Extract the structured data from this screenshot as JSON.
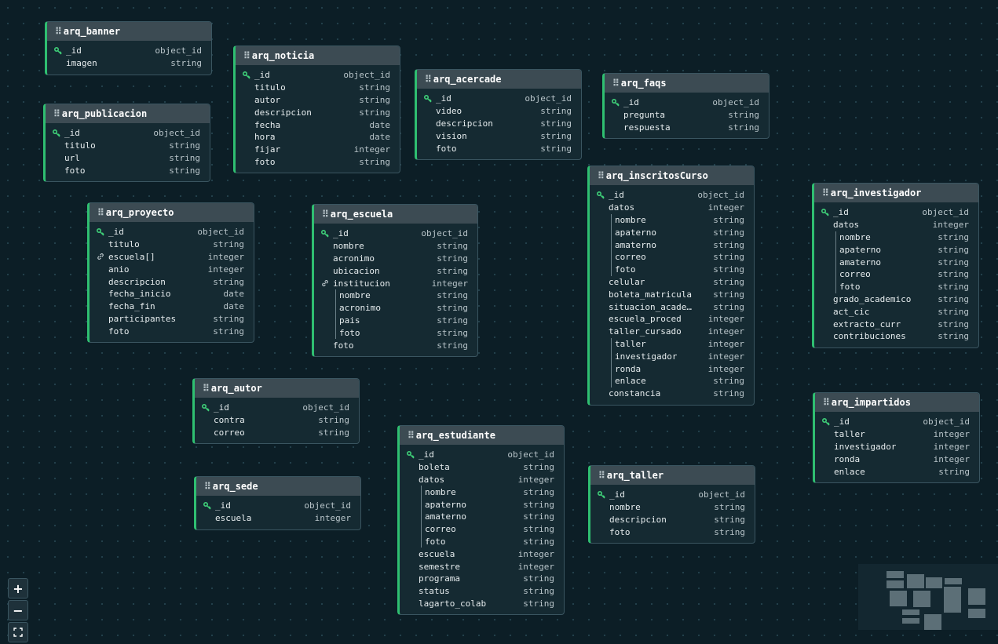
{
  "colors": {
    "background": "#0c1e26",
    "card": "#152a32",
    "card_header": "#3c4b53",
    "accent": "#2fbf71",
    "primary_key_icon": "#3fcf78",
    "field_type_text": "#b9c5ca"
  },
  "icons": {
    "drag": "drag-handle-icon",
    "primary_key": "key-icon",
    "relation": "link-icon"
  },
  "zoom_controls": {
    "zoom_in_label": "+",
    "zoom_out_label": "−"
  },
  "tables": [
    {
      "name": "arq_banner",
      "fields": [
        {
          "name": "_id",
          "type": "object_id",
          "pk": true
        },
        {
          "name": "imagen",
          "type": "string"
        }
      ]
    },
    {
      "name": "arq_publicacion",
      "fields": [
        {
          "name": "_id",
          "type": "object_id",
          "pk": true
        },
        {
          "name": "titulo",
          "type": "string"
        },
        {
          "name": "url",
          "type": "string"
        },
        {
          "name": "foto",
          "type": "string"
        }
      ]
    },
    {
      "name": "arq_noticia",
      "fields": [
        {
          "name": "_id",
          "type": "object_id",
          "pk": true
        },
        {
          "name": "titulo",
          "type": "string"
        },
        {
          "name": "autor",
          "type": "string"
        },
        {
          "name": "descripcion",
          "type": "string"
        },
        {
          "name": "fecha",
          "type": "date"
        },
        {
          "name": "hora",
          "type": "date"
        },
        {
          "name": "fijar",
          "type": "integer"
        },
        {
          "name": "foto",
          "type": "string"
        }
      ]
    },
    {
      "name": "arq_acercade",
      "fields": [
        {
          "name": "_id",
          "type": "object_id",
          "pk": true
        },
        {
          "name": "video",
          "type": "string"
        },
        {
          "name": "descripcion",
          "type": "string"
        },
        {
          "name": "vision",
          "type": "string"
        },
        {
          "name": "foto",
          "type": "string"
        }
      ]
    },
    {
      "name": "arq_faqs",
      "fields": [
        {
          "name": "_id",
          "type": "object_id",
          "pk": true
        },
        {
          "name": "pregunta",
          "type": "string"
        },
        {
          "name": "respuesta",
          "type": "string"
        }
      ]
    },
    {
      "name": "arq_proyecto",
      "fields": [
        {
          "name": "_id",
          "type": "object_id",
          "pk": true
        },
        {
          "name": "titulo",
          "type": "string"
        },
        {
          "name": "escuela[]",
          "type": "integer",
          "link": true
        },
        {
          "name": "anio",
          "type": "integer"
        },
        {
          "name": "descripcion",
          "type": "string"
        },
        {
          "name": "fecha_inicio",
          "type": "date"
        },
        {
          "name": "fecha_fin",
          "type": "date"
        },
        {
          "name": "participantes",
          "type": "string"
        },
        {
          "name": "foto",
          "type": "string"
        }
      ]
    },
    {
      "name": "arq_escuela",
      "fields": [
        {
          "name": "_id",
          "type": "object_id",
          "pk": true
        },
        {
          "name": "nombre",
          "type": "string"
        },
        {
          "name": "acronimo",
          "type": "string"
        },
        {
          "name": "ubicacion",
          "type": "string"
        },
        {
          "name": "institucion",
          "type": "integer",
          "link": true
        },
        {
          "name": "nombre",
          "type": "string",
          "nested": true
        },
        {
          "name": "acronimo",
          "type": "string",
          "nested": true
        },
        {
          "name": "pais",
          "type": "string",
          "nested": true
        },
        {
          "name": "foto",
          "type": "string",
          "nested": true
        },
        {
          "name": "foto",
          "type": "string"
        }
      ]
    },
    {
      "name": "arq_inscritosCurso",
      "fields": [
        {
          "name": "_id",
          "type": "object_id",
          "pk": true
        },
        {
          "name": "datos",
          "type": "integer"
        },
        {
          "name": "nombre",
          "type": "string",
          "nested": true
        },
        {
          "name": "apaterno",
          "type": "string",
          "nested": true
        },
        {
          "name": "amaterno",
          "type": "string",
          "nested": true
        },
        {
          "name": "correo",
          "type": "string",
          "nested": true
        },
        {
          "name": "foto",
          "type": "string",
          "nested": true
        },
        {
          "name": "celular",
          "type": "string"
        },
        {
          "name": "boleta_matricula",
          "type": "string"
        },
        {
          "name": "situacion_academ…",
          "type": "string"
        },
        {
          "name": "escuela_proced",
          "type": "integer"
        },
        {
          "name": "taller_cursado",
          "type": "integer"
        },
        {
          "name": "taller",
          "type": "integer",
          "nested": true
        },
        {
          "name": "investigador",
          "type": "integer",
          "nested": true
        },
        {
          "name": "ronda",
          "type": "integer",
          "nested": true
        },
        {
          "name": "enlace",
          "type": "string",
          "nested": true
        },
        {
          "name": "constancia",
          "type": "string"
        }
      ]
    },
    {
      "name": "arq_investigador",
      "fields": [
        {
          "name": "_id",
          "type": "object_id",
          "pk": true
        },
        {
          "name": "datos",
          "type": "integer"
        },
        {
          "name": "nombre",
          "type": "string",
          "nested": true
        },
        {
          "name": "apaterno",
          "type": "string",
          "nested": true
        },
        {
          "name": "amaterno",
          "type": "string",
          "nested": true
        },
        {
          "name": "correo",
          "type": "string",
          "nested": true
        },
        {
          "name": "foto",
          "type": "string",
          "nested": true
        },
        {
          "name": "grado_academico",
          "type": "string"
        },
        {
          "name": "act_cic",
          "type": "string"
        },
        {
          "name": "extracto_curr",
          "type": "string"
        },
        {
          "name": "contribuciones",
          "type": "string"
        }
      ]
    },
    {
      "name": "arq_autor",
      "fields": [
        {
          "name": "_id",
          "type": "object_id",
          "pk": true
        },
        {
          "name": "contra",
          "type": "string"
        },
        {
          "name": "correo",
          "type": "string"
        }
      ]
    },
    {
      "name": "arq_sede",
      "fields": [
        {
          "name": "_id",
          "type": "object_id",
          "pk": true
        },
        {
          "name": "escuela",
          "type": "integer"
        }
      ]
    },
    {
      "name": "arq_estudiante",
      "fields": [
        {
          "name": "_id",
          "type": "object_id",
          "pk": true
        },
        {
          "name": "boleta",
          "type": "string"
        },
        {
          "name": "datos",
          "type": "integer"
        },
        {
          "name": "nombre",
          "type": "string",
          "nested": true
        },
        {
          "name": "apaterno",
          "type": "string",
          "nested": true
        },
        {
          "name": "amaterno",
          "type": "string",
          "nested": true
        },
        {
          "name": "correo",
          "type": "string",
          "nested": true
        },
        {
          "name": "foto",
          "type": "string",
          "nested": true
        },
        {
          "name": "escuela",
          "type": "integer"
        },
        {
          "name": "semestre",
          "type": "integer"
        },
        {
          "name": "programa",
          "type": "string"
        },
        {
          "name": "status",
          "type": "string"
        },
        {
          "name": "lagarto_colab",
          "type": "string"
        }
      ]
    },
    {
      "name": "arq_taller",
      "fields": [
        {
          "name": "_id",
          "type": "object_id",
          "pk": true
        },
        {
          "name": "nombre",
          "type": "string"
        },
        {
          "name": "descripcion",
          "type": "string"
        },
        {
          "name": "foto",
          "type": "string"
        }
      ]
    },
    {
      "name": "arq_impartidos",
      "fields": [
        {
          "name": "_id",
          "type": "object_id",
          "pk": true
        },
        {
          "name": "taller",
          "type": "integer"
        },
        {
          "name": "investigador",
          "type": "integer"
        },
        {
          "name": "ronda",
          "type": "integer"
        },
        {
          "name": "enlace",
          "type": "string"
        }
      ]
    }
  ]
}
